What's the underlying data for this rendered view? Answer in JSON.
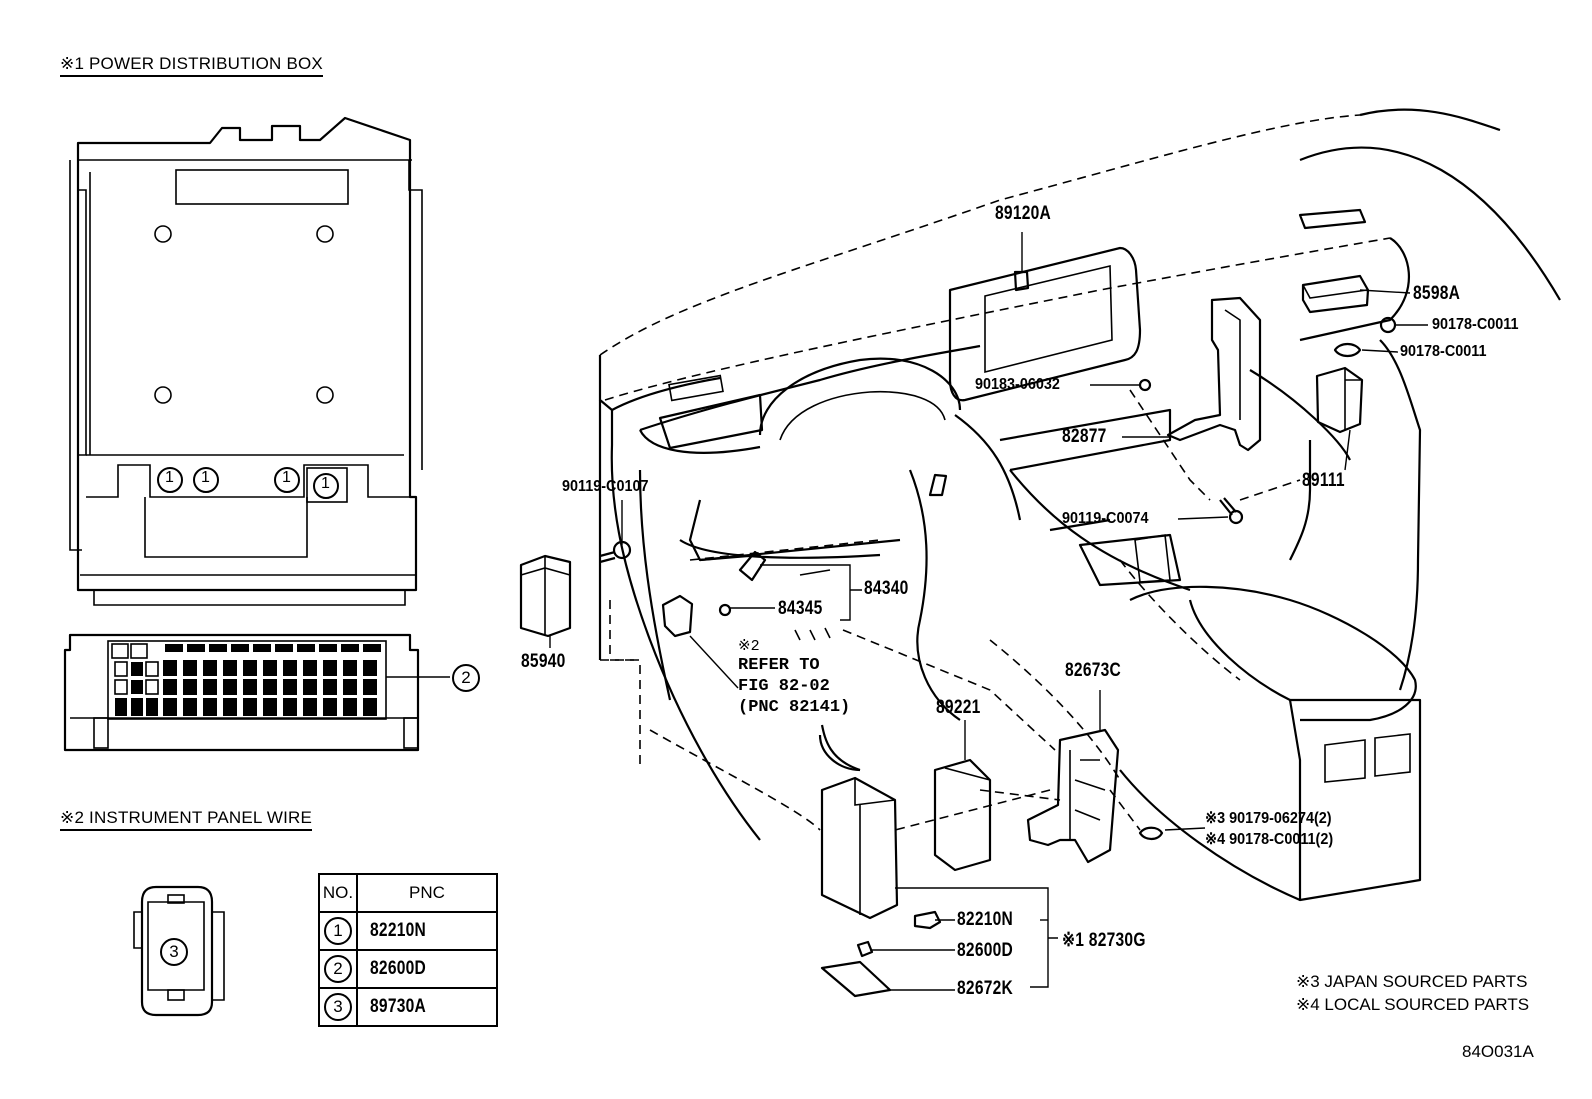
{
  "headers": {
    "power_box": "※1 POWER DISTRIBUTION BOX",
    "wire": "※2 INSTRUMENT PANEL WIRE"
  },
  "callouts": {
    "c1": "1",
    "c2": "2",
    "c3": "3"
  },
  "part_labels": {
    "p89120A": "89120A",
    "p8598A": "8598A",
    "p90178_a": "90178-C0011",
    "p90178_b": "90178-C0011",
    "p90183": "90183-06032",
    "p82877": "82877",
    "p89111": "89111",
    "p90119_c0107": "90119-C0107",
    "p90119_c0074": "90119-C0074",
    "p84340": "84340",
    "p84345": "84345",
    "p85940": "85940",
    "p89221": "89221",
    "p82673C": "82673C",
    "p90179": "※3 90179-06274(2)",
    "p90178_x": "※4 90178-C0011(2)",
    "p82210N": "82210N",
    "p82600D": "82600D",
    "p82672K": "82672K",
    "p82730G": "※1 82730G"
  },
  "refer": {
    "mark": "※2",
    "line1": "REFER TO",
    "line2": "FIG 82-02",
    "line3": "(PNC 82141)"
  },
  "pnc_table": {
    "col_no": "NO.",
    "col_pnc": "PNC",
    "rows": [
      {
        "no": "1",
        "pnc": "82210N"
      },
      {
        "no": "2",
        "pnc": "82600D"
      },
      {
        "no": "3",
        "pnc": "89730A"
      }
    ]
  },
  "legend": {
    "l3": "※3 JAPAN SOURCED PARTS",
    "l4": "※4 LOCAL SOURCED PARTS"
  },
  "figure_code": "84O031A"
}
